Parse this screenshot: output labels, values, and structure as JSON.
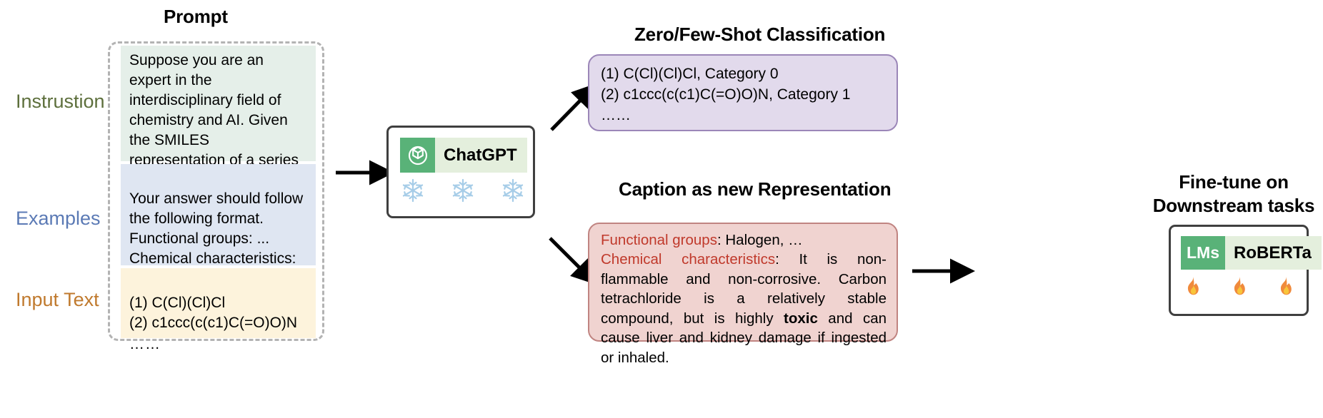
{
  "diagram": {
    "title_prompt": "Prompt",
    "title_zeroshot": "Zero/Few-Shot Classification",
    "title_caption": "Caption as new Representation",
    "title_finetune": "Fine-tune on Downstream tasks"
  },
  "prompt": {
    "labels": {
      "instruction": "Instrustion",
      "examples": "Examples",
      "input_text": "Input Text"
    },
    "colors": {
      "instruction_label": "#5d6f3c",
      "examples_label": "#5b7ab5",
      "input_label": "#c07a2e",
      "instruction_bg": "#e5efe9",
      "examples_bg": "#dfe6f2",
      "input_bg": "#fdf3dc",
      "dashed_border": "#b3b3b3"
    },
    "instruction_text": "Suppose you are an expert in the interdisciplinary field of chemistry and AI. Given the SMILES representation of a series of molecules, your job is to ...",
    "examples_text": "Your answer should follow the following format.\nFunctional groups: ...\nChemical characteristics: ...",
    "examples_ellipsis": "……",
    "input_text": "(1) C(Cl)(Cl)Cl\n(2) c1ccc(c(c1)C(=O)O)N",
    "input_ellipsis": "……"
  },
  "model_chatgpt": {
    "name": "ChatGPT",
    "logo_icon": "openai-logo-icon",
    "frozen_icons": [
      "snowflake-icon",
      "snowflake-icon",
      "snowflake-icon"
    ],
    "badge_bg": "#e4efdd",
    "logo_bg": "#59b278"
  },
  "model_roberta": {
    "tag": "LMs",
    "name": "RoBERTa",
    "tuned_icons": [
      "fire-icon",
      "fire-icon",
      "fire-icon"
    ],
    "badge_bg": "#e4efdd",
    "tag_bg": "#59b278"
  },
  "zeroshot_output": {
    "lines": [
      "(1) C(Cl)(Cl)Cl, Category 0",
      "(2) c1ccc(c(c1)C(=O)O)N, Category 1"
    ],
    "ellipsis": "……",
    "bg": "#e2daec",
    "border": "#9b86b8"
  },
  "caption_output": {
    "key_functional": "Functional groups",
    "value_functional": ": Halogen, …",
    "key_chemical": "Chemical characteristics",
    "value_chemical_a": ": It is non-flammable and non-corrosive. Carbon tetrachloride is a relatively stable compound, but is highly ",
    "value_chemical_bold": "toxic",
    "value_chemical_b": " and can cause liver and kidney damage if ingested or inhaled.",
    "bg": "#f0d3d0",
    "border": "#c08481",
    "key_color": "#c0392b"
  }
}
